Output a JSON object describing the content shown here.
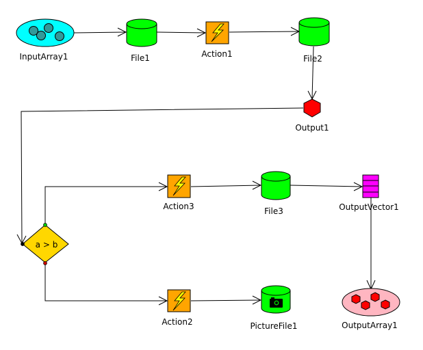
{
  "diagram": {
    "title": "",
    "colors": {
      "array_input_fill": "#00ffff",
      "array_input_dot": "#339999",
      "file_fill": "#00ff00",
      "action_fill": "#ffa500",
      "bolt_fill": "#ffff00",
      "output_fill": "#ff0000",
      "vector_fill": "#ff00ff",
      "condition_fill": "#ffd700",
      "array_output_fill": "#ffb6c1",
      "port_true": "#00cc00",
      "port_false": "#cc0000"
    },
    "nodes": [
      {
        "id": "InputArray1",
        "type": "input-array",
        "label": "InputArray1"
      },
      {
        "id": "File1",
        "type": "file",
        "label": "File1"
      },
      {
        "id": "Action1",
        "type": "action",
        "label": "Action1"
      },
      {
        "id": "File2",
        "type": "file",
        "label": "File2"
      },
      {
        "id": "Output1",
        "type": "output",
        "label": "Output1"
      },
      {
        "id": "Cond1",
        "type": "condition",
        "label": "a > b"
      },
      {
        "id": "Action3",
        "type": "action",
        "label": "Action3"
      },
      {
        "id": "File3",
        "type": "file",
        "label": "File3"
      },
      {
        "id": "OutputVector1",
        "type": "output-vector",
        "label": "OutputVector1"
      },
      {
        "id": "OutputArray1",
        "type": "output-array",
        "label": "OutputArray1"
      },
      {
        "id": "Action2",
        "type": "action",
        "label": "Action2"
      },
      {
        "id": "PictureFile1",
        "type": "picture-file",
        "label": "PictureFile1"
      }
    ],
    "edges": [
      {
        "from": "InputArray1",
        "to": "File1"
      },
      {
        "from": "File1",
        "to": "Action1"
      },
      {
        "from": "Action1",
        "to": "File2"
      },
      {
        "from": "File2",
        "to": "Output1"
      },
      {
        "from": "Output1",
        "to": "Cond1"
      },
      {
        "from": "Cond1",
        "to": "Action3",
        "branch": "true"
      },
      {
        "from": "Action3",
        "to": "File3"
      },
      {
        "from": "File3",
        "to": "OutputVector1"
      },
      {
        "from": "OutputVector1",
        "to": "OutputArray1"
      },
      {
        "from": "Cond1",
        "to": "Action2",
        "branch": "false"
      },
      {
        "from": "Action2",
        "to": "PictureFile1"
      }
    ]
  }
}
